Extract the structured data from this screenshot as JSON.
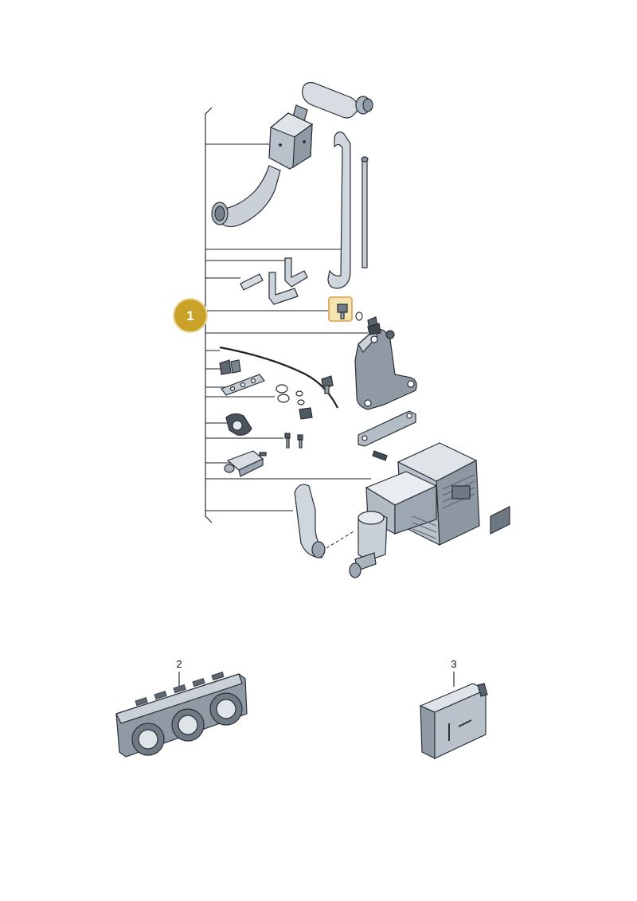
{
  "callouts": {
    "one": "1",
    "two": "2",
    "three": "3"
  },
  "colors": {
    "badge_fill": "#c9a227",
    "badge_ring": "#e8d9a3",
    "highlight_fill": "#f6e3b2",
    "highlight_stroke": "#d9a24a",
    "part_light": "#e9edf1",
    "part_mid": "#c3cbd3",
    "part_dark": "#7d8893",
    "part_shadow": "#4d5760",
    "line": "#1c1c1c"
  },
  "icons": {
    "callout_badge": "numbered-circle-badge",
    "selected_part": "highlighted-bolt"
  }
}
